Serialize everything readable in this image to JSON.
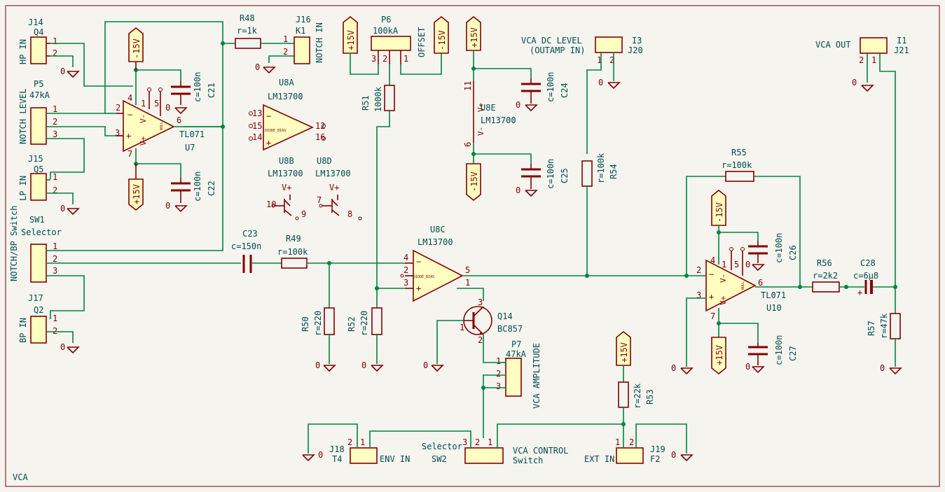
{
  "sheet": {
    "name": "VCA"
  },
  "connectors": {
    "j14": {
      "ref": "J14",
      "val": "Q4",
      "label": "HP IN"
    },
    "p5": {
      "ref": "P5",
      "val": "47kA",
      "label": "NOTCH LEVEL"
    },
    "j15": {
      "ref": "J15",
      "val": "Q5",
      "label": "LP IN"
    },
    "sw1": {
      "ref": "SW1",
      "val": "Selector",
      "label": "NOTCH/BP Switch"
    },
    "j17": {
      "ref": "J17",
      "val": "Q2",
      "label": "BP IN"
    },
    "j16": {
      "ref": "J16",
      "val": "K1",
      "label": "NOTCH IN"
    },
    "p6": {
      "ref": "P6",
      "val": "100kA",
      "label": "OFFSET"
    },
    "i3": {
      "ref": "I3",
      "val": "J20",
      "label1": "VCA DC LEVEL",
      "label2": "(OUTAMP IN)"
    },
    "i1": {
      "ref": "I1",
      "val": "J21",
      "label": "VCA OUT"
    },
    "p7": {
      "ref": "P7",
      "val": "47kA",
      "label": "VCA AMPLITUDE"
    },
    "j18": {
      "ref": "J18",
      "val": "T4",
      "label": "ENV IN"
    },
    "sw2": {
      "ref": "SW2",
      "val": "Selector",
      "label1": "VCA CONTROL",
      "label2": "Switch"
    },
    "j19": {
      "ref": "J19",
      "val": "F2",
      "label": "EXT IN"
    }
  },
  "resistors": {
    "r48": {
      "ref": "R48",
      "val": "r=1k"
    },
    "r49": {
      "ref": "R49",
      "val": "r=100k"
    },
    "r50": {
      "ref": "R50",
      "val": "r=220"
    },
    "r51": {
      "ref": "R51",
      "val": "1000k"
    },
    "r52": {
      "ref": "R52",
      "val": "r=220"
    },
    "r53": {
      "ref": "R53",
      "val": "r=22k"
    },
    "r54": {
      "ref": "R54",
      "val": "r=100k"
    },
    "r55": {
      "ref": "R55",
      "val": "r=100k"
    },
    "r56": {
      "ref": "R56",
      "val": "r=2k2"
    },
    "r57": {
      "ref": "R57",
      "val": "r=47k"
    }
  },
  "capacitors": {
    "c21": {
      "ref": "C21",
      "val": "c=100n"
    },
    "c22": {
      "ref": "C22",
      "val": "c=100n"
    },
    "c23": {
      "ref": "C23",
      "val": "c=150n"
    },
    "c24": {
      "ref": "C24",
      "val": "c=100n"
    },
    "c25": {
      "ref": "C25",
      "val": "c=100n"
    },
    "c26": {
      "ref": "C26",
      "val": "c=100n"
    },
    "c27": {
      "ref": "C27",
      "val": "c=100n"
    },
    "c28": {
      "ref": "C28",
      "val": "c=6µ8"
    }
  },
  "ics": {
    "u7": {
      "ref": "U7",
      "val": "TL071"
    },
    "u8a": {
      "ref": "U8A",
      "val": "LM13700"
    },
    "u8b": {
      "ref": "U8B",
      "val": "LM13700"
    },
    "u8c": {
      "ref": "U8C",
      "val": "LM13700"
    },
    "u8d": {
      "ref": "U8D",
      "val": "LM13700"
    },
    "u8e": {
      "ref": "U8E",
      "val": "LM13700"
    },
    "u10": {
      "ref": "U10",
      "val": "TL071"
    },
    "q14": {
      "ref": "Q14",
      "val": "BC857"
    }
  },
  "power": {
    "neg": "-15V",
    "pos": "+15V",
    "gnd": "0",
    "vplus": "V+",
    "vminus": "V-"
  },
  "pins": {
    "p1": "1",
    "p2": "2",
    "p3": "3",
    "p4": "4",
    "p5": "5",
    "p6": "6",
    "p7": "7",
    "p8": "8",
    "p9": "9",
    "p10": "10",
    "p11": "11",
    "p12": "12",
    "p13": "13",
    "p14": "14",
    "p15": "15",
    "p16": "16"
  },
  "ota_mark": "DIODE_BIAS",
  "opamp_mark": "NULL"
}
